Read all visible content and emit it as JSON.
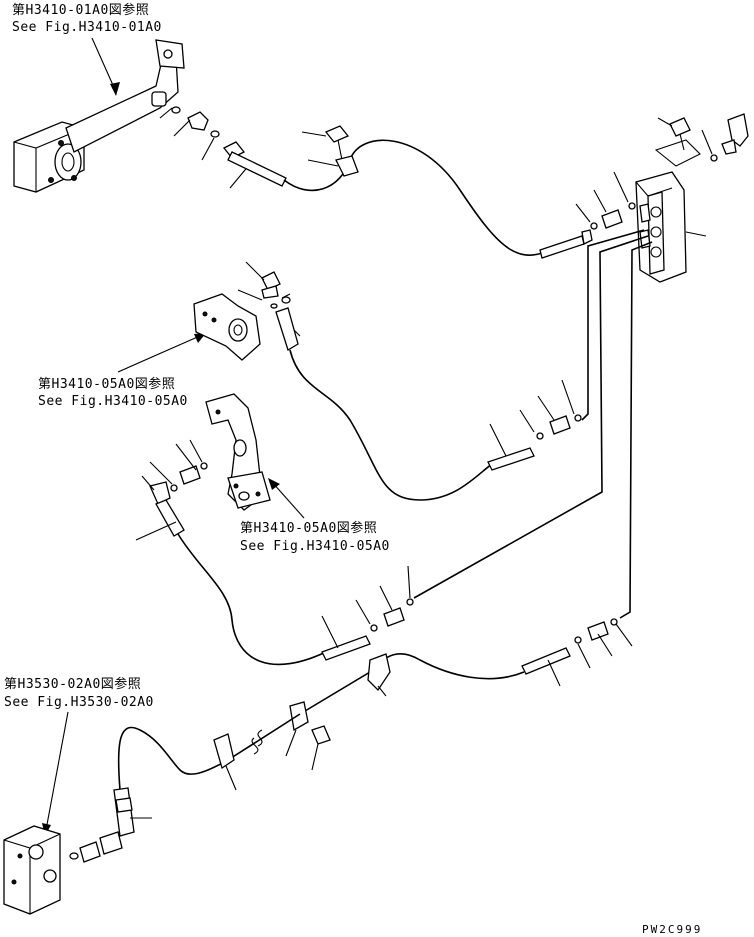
{
  "references": [
    {
      "jp": "第H3410-01A0図参照",
      "en": "See Fig.H3410-01A0"
    },
    {
      "jp": "第H3410-05A0図参照",
      "en": "See Fig.H3410-05A0"
    },
    {
      "jp": "第H3410-05A0図参照",
      "en": "See Fig.H3410-05A0"
    },
    {
      "jp": "第H3530-02A0図参照",
      "en": "See Fig.H3530-02A0"
    }
  ],
  "drawing_code": "PW2C999"
}
